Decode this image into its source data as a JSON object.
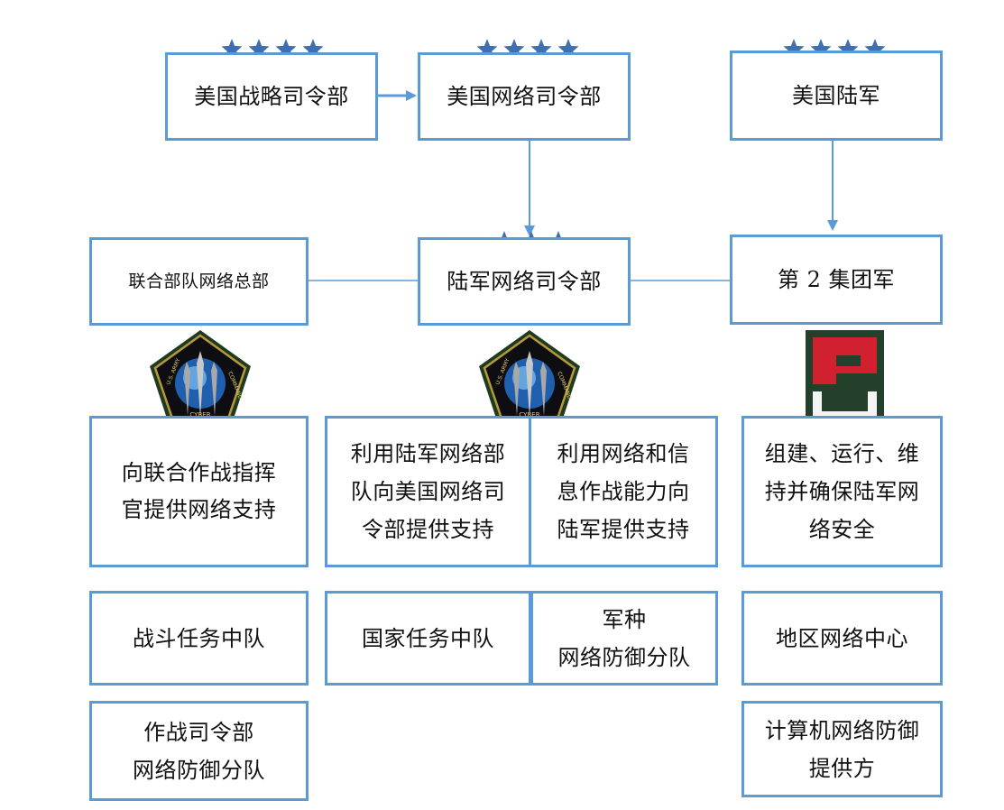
{
  "colors": {
    "border": "#5b9bd5",
    "arrow": "#5b9bd5",
    "star": "#3f6fb0",
    "text": "#111111"
  },
  "top_row": {
    "stratcom": "美国战略司令部",
    "cybercom": "美国网络司令部",
    "army": "美国陆军"
  },
  "mid_row": {
    "jfhq": "联合部队网络总部",
    "arcyber": "陆军网络司令部",
    "second_army": "第 2 集团军"
  },
  "roles": {
    "jfhq_role_line1": "向联合作战指挥",
    "jfhq_role_line2": "官提供网络支持",
    "arcyber_role_a_line1": "利用陆军网络部",
    "arcyber_role_a_line2": "队向美国网络司",
    "arcyber_role_a_line3": "令部提供支持",
    "arcyber_role_b_line1": "利用网络和信",
    "arcyber_role_b_line2": "息作战能力向",
    "arcyber_role_b_line3": "陆军提供支持",
    "second_army_role_line1": "组建、运行、维",
    "second_army_role_line2": "持并确保陆军网",
    "second_army_role_line3": "络安全"
  },
  "teams": {
    "combat_mission": "战斗任务中队",
    "national_mission": "国家任务中队",
    "service_line1": "军种",
    "service_line2": "网络防御分队",
    "regional_center": "地区网络中心",
    "combatant_line1": "作战司令部",
    "combatant_line2": "网络防御分队",
    "cndsp_line1": "计算机网络防御",
    "cndsp_line2": "提供方"
  },
  "insignia": {
    "cyber_command_emblem": "shield-emblem-icon",
    "cyber_emblem_text_top": "U.S. ARMY",
    "cyber_emblem_text_bottom": "CYBER",
    "cyber_emblem_text_right": "COMMAND",
    "second_army_patch": "numeral-2-patch-icon",
    "star_icon": "star-icon",
    "four_star_count": 4,
    "three_star_count": 3
  }
}
